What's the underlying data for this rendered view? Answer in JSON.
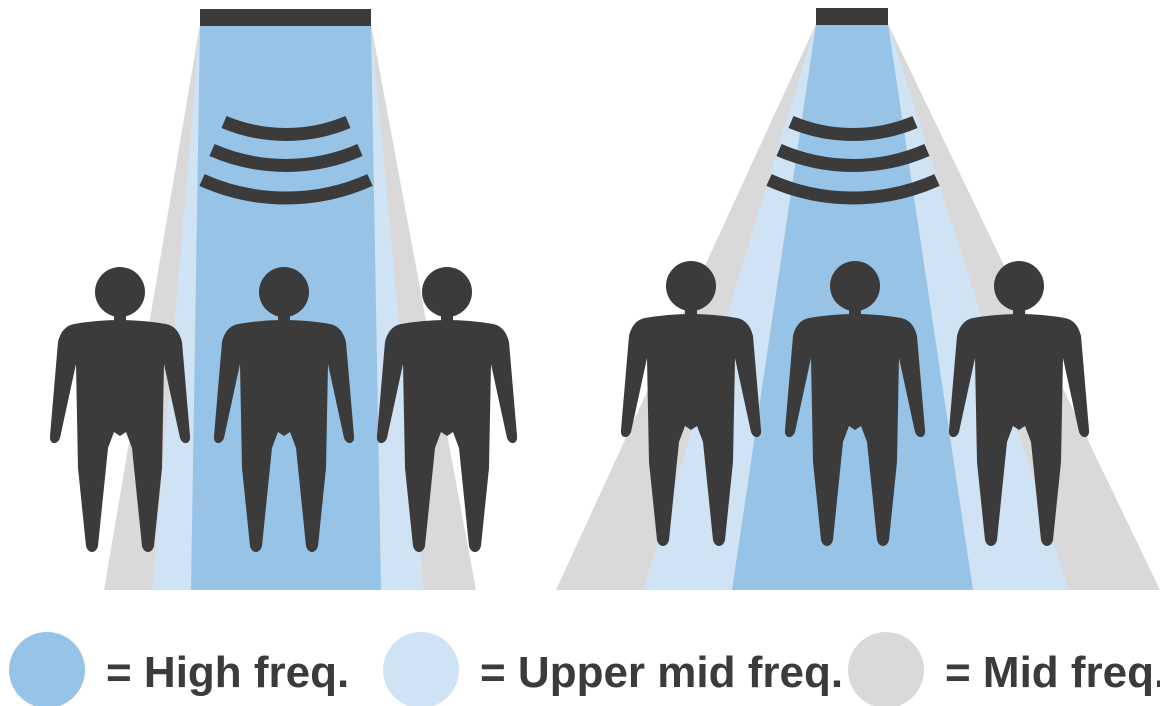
{
  "colors": {
    "high_freq": "#97c4e6",
    "upper_mid_freq": "#cfe3f5",
    "mid_freq": "#d9d9d9",
    "figure": "#3b3b3b",
    "background": "#ffffff"
  },
  "panels": [
    {
      "name": "narrow-beam-speaker",
      "icon": "sound-waves-icon",
      "people": 3
    },
    {
      "name": "wide-beam-speaker",
      "icon": "sound-waves-icon",
      "people": 3
    }
  ],
  "legend": {
    "items": [
      {
        "label": "= High freq.",
        "color": "#97c4e6"
      },
      {
        "label": "= Upper mid freq.",
        "color": "#cfe3f5"
      },
      {
        "label": "= Mid freq.",
        "color": "#d9d9d9"
      }
    ]
  }
}
